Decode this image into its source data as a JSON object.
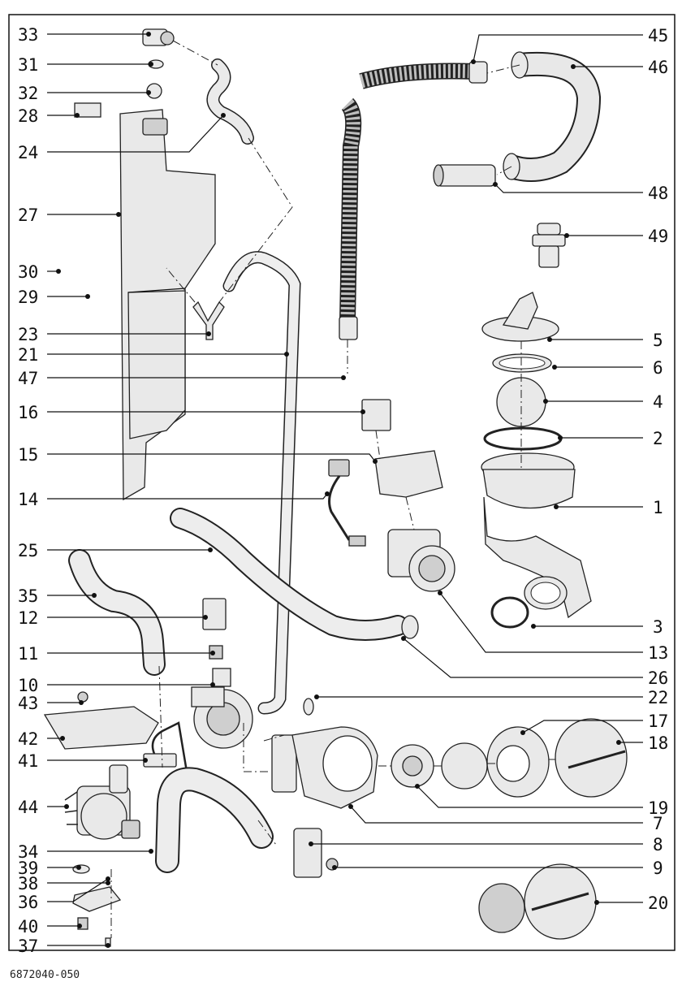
{
  "drawing_number": "6872040-050",
  "callouts_left": [
    "33",
    "31",
    "32",
    "28",
    "24",
    "27",
    "30",
    "29",
    "23",
    "21",
    "47",
    "16",
    "15",
    "14",
    "25",
    "35",
    "12",
    "11",
    "10",
    "43",
    "42",
    "41",
    "44",
    "34",
    "39",
    "38",
    "36",
    "40",
    "37"
  ],
  "callouts_right": [
    "45",
    "46",
    "48",
    "49",
    "5",
    "6",
    "4",
    "2",
    "1",
    "3",
    "13",
    "26",
    "22",
    "17",
    "18",
    "19",
    "7",
    "8",
    "9",
    "20"
  ]
}
